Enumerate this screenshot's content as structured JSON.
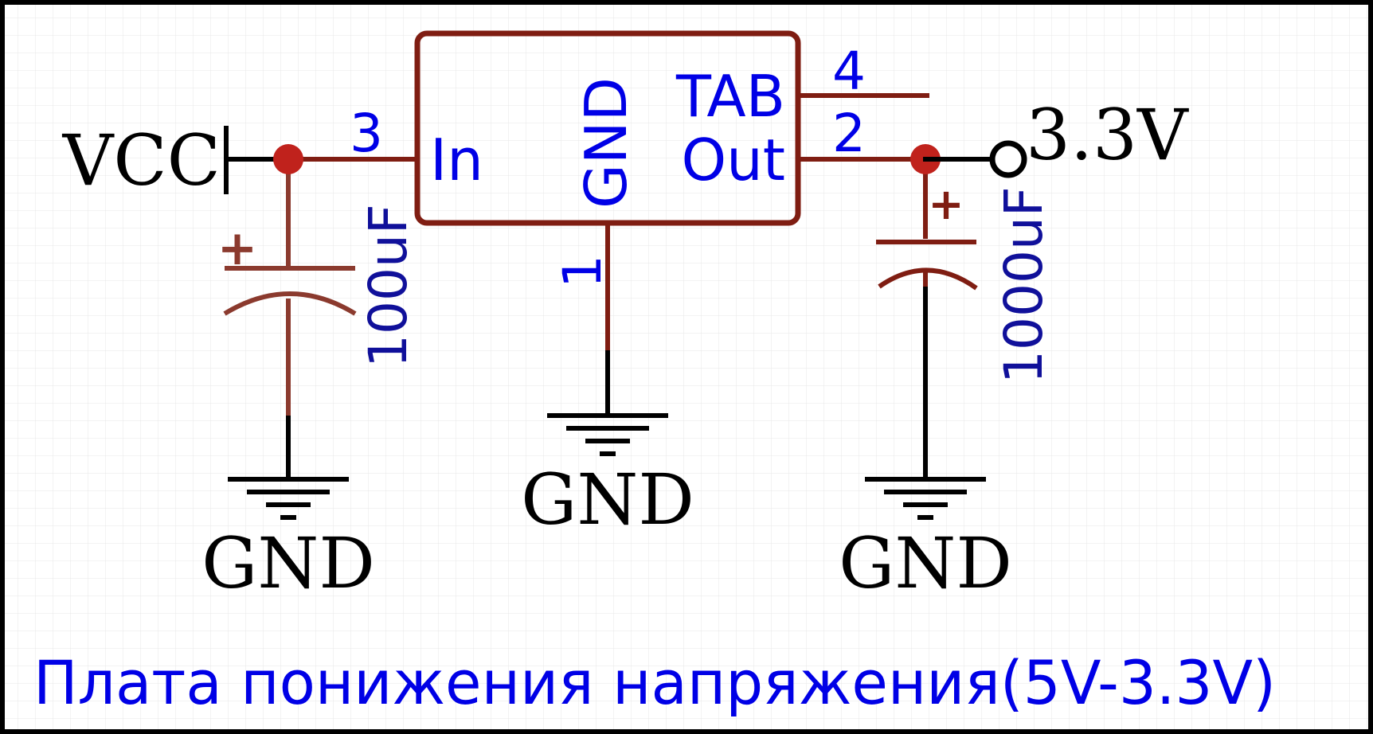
{
  "net_labels": {
    "vcc": "VCC",
    "out": "3.3V",
    "gnd_left": "GND",
    "gnd_center": "GND",
    "gnd_right": "GND"
  },
  "regulator": {
    "pin_in": "In",
    "pin_gnd": "GND",
    "pin_tab": "TAB",
    "pin_out": "Out",
    "pin_num_in": "3",
    "pin_num_gnd": "1",
    "pin_num_tab": "4",
    "pin_num_out": "2"
  },
  "capacitors": {
    "left_value": "100uF",
    "left_polarity": "+",
    "right_value": "1000uF",
    "right_polarity": "+"
  },
  "caption": "Плата понижения напряжения(5V-3.3V)",
  "colors": {
    "wire": "#000000",
    "component": "#7f1d12",
    "cap_left": "#8b3a2e",
    "junction": "#c0221c",
    "label_blue": "#0000e6",
    "value_blue": "#10109a",
    "grid": "#e7e7e7",
    "border": "#000000"
  }
}
